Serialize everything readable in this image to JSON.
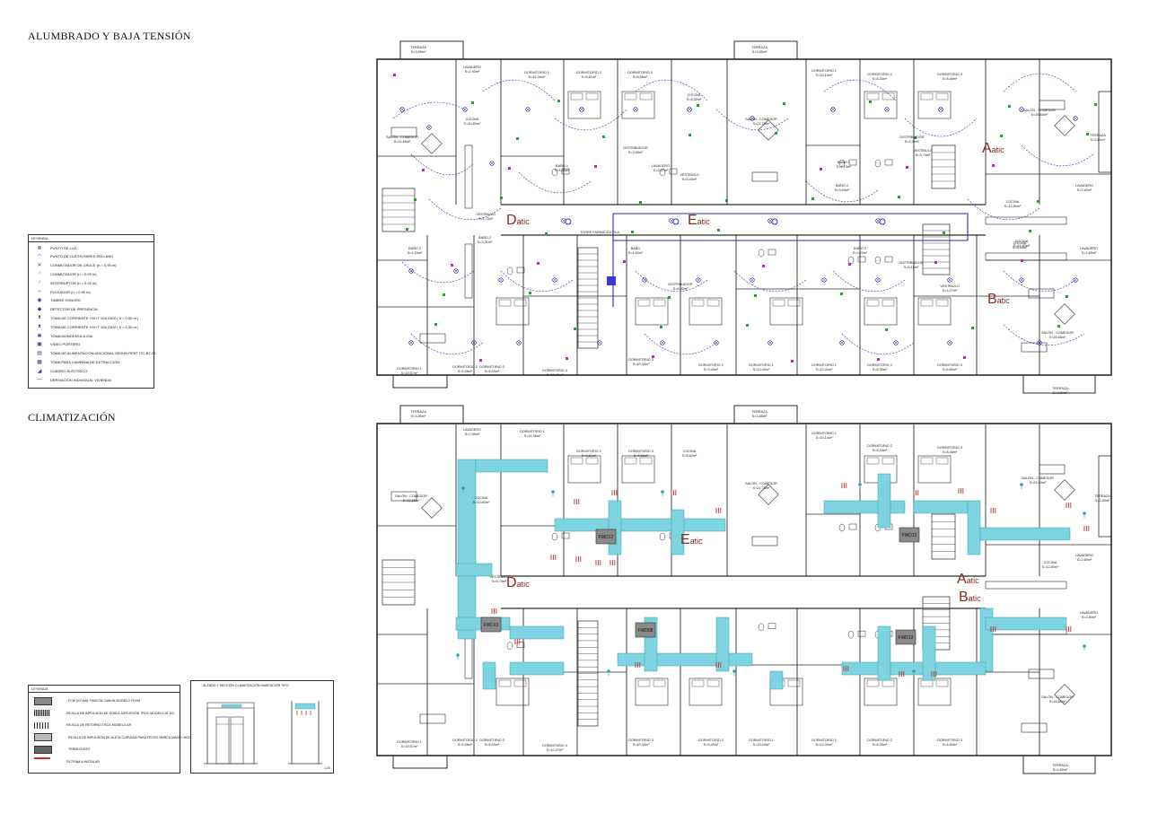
{
  "titles": {
    "lighting": "ALUMBRADO Y BAJA TENSIÓN",
    "climate": "CLIMATIZACIÓN"
  },
  "legend_lighting": {
    "heading": "LEYENDA",
    "items": [
      {
        "symbol": "⊗",
        "label": "PUNTO DE LUZ"
      },
      {
        "symbol": "◠",
        "label": "PUNTO DE LUZ EN PARED RELLANO"
      },
      {
        "symbol": "✕",
        "label": "CONMUTADOR DE CRUCE (h = 0,90 m)"
      },
      {
        "symbol": "♂",
        "label": "CONMUTADOR (h = 0,90 m)"
      },
      {
        "symbol": "♂",
        "label": "INTERRUPTOR (h = 0,90 m)"
      },
      {
        "symbol": "⌐",
        "label": "PULSADOR (h = 0,90 m)"
      },
      {
        "symbol": "◉",
        "label": "TIMBRE SONORO"
      },
      {
        "symbol": "◆",
        "label": "DETECTOR DE PRESENCIA"
      },
      {
        "symbol": "ᴥ",
        "label": "TOMA DE CORRIENTE I+N+T 10A 230V ( h = 0,50 m )"
      },
      {
        "symbol": "ᴥ",
        "label": "TOMA DE CORRIENTE I+N+T 10A 230V ( h = 0,30 m )"
      },
      {
        "symbol": "✱",
        "label": "TOMA MONOFÁSICA 25A"
      },
      {
        "symbol": "▣",
        "label": "VIDEO PORTERO"
      },
      {
        "symbol": "▤",
        "label": "TOMA DE ALIMENTACIÓN ADICIONAL SEGÚN REBT ITC-BT-25"
      },
      {
        "symbol": "▦",
        "label": "TOMA PARA CAMPANA DE EXTRACCIÓN"
      },
      {
        "symbol": "◢",
        "label": "CUADRO ELÉCTRICO"
      },
      {
        "symbol": "—",
        "label": "DERIVACIÓN INDIVIDUAL VIVIENDA"
      }
    ]
  },
  "legend_climate": {
    "heading": "LEYENDA",
    "items": [
      {
        "label": "FCM (XX kW). FANCOIL DAIKIN MODELO FDXM"
      },
      {
        "label": "REJILLA DE IMPULSIÓN DE DOBLE DEFLEXIÓN TROX MODELO AT-DG"
      },
      {
        "label": "REJILLA DE RETORNO TROX MODELO AR"
      },
      {
        "label": "REJILLA DE IMPULSIÓN DE ALETA CURVADA PARA TECHO MARCA MADEL MODELO DMT-AC/CDF+DB(Z) 150×150 mm"
      },
      {
        "label": "TERMOSTATO"
      },
      {
        "label": "FILTRINA A INSTALAR"
      }
    ]
  },
  "detail": {
    "title": "ALZADO Y SECCIÓN CLIMATIZACIÓN HABITACIÓN TIPO",
    "scale": "1:20"
  },
  "plan_lighting": {
    "units": [
      {
        "cap": "D",
        "low": "atic"
      },
      {
        "cap": "E",
        "low": "atic"
      },
      {
        "cap": "A",
        "low": "atic"
      },
      {
        "cap": "B",
        "low": "atic"
      }
    ],
    "rooms": [
      {
        "name": "TERRAZA",
        "area": "S=3,85m²"
      },
      {
        "name": "TERRAZA",
        "area": "S=3,85m²"
      },
      {
        "name": "LAVADERO",
        "area": "S=2,90m²"
      },
      {
        "name": "DORMITORIO 1",
        "area": "S=14,36m²"
      },
      {
        "name": "DORMITORIO 2",
        "area": "S=8,61m²"
      },
      {
        "name": "DORMITORIO 3",
        "area": "S=8,56m²"
      },
      {
        "name": "COCINA",
        "area": "S=8,52m²"
      },
      {
        "name": "SALÓN - COMEDOR",
        "area": "S=21,78m²"
      },
      {
        "name": "DORMITORIO 1",
        "area": "S=15,14m²"
      },
      {
        "name": "DORMITORIO 2",
        "area": "S=8,34m²"
      },
      {
        "name": "DORMITORIO 3",
        "area": "S=8,46m²"
      },
      {
        "name": "SALÓN - COMEDOR",
        "area": "S=25,84m²"
      },
      {
        "name": "TERRAZA",
        "area": "S=2,80m²"
      },
      {
        "name": "COCINA",
        "area": "S=10,80m²"
      },
      {
        "name": "SALÓN - COMEDOR",
        "area": "S=22,65m²"
      },
      {
        "name": "DISTRIBUIDOR",
        "area": "S=3,55m²"
      },
      {
        "name": "BAÑO 1",
        "area": "S=4,43m²"
      },
      {
        "name": "LAVADERO",
        "area": "S=2,67m²"
      },
      {
        "name": "VESTÍBULO",
        "area": "S=5,43m²"
      },
      {
        "name": "DISTRIBUIDOR",
        "area": "S=4,09m²"
      },
      {
        "name": "BAÑO 1",
        "area": "S=4,13m²"
      },
      {
        "name": "BAÑO 2",
        "area": "S=3,63m²"
      },
      {
        "name": "VESTÍBULO",
        "area": "S=5,74m²"
      },
      {
        "name": "LAVADERO",
        "area": "S=2,60m²"
      },
      {
        "name": "COCINA",
        "area": "S=12,80m²"
      },
      {
        "name": "VESTÍBULO",
        "area": "S=5,75m²"
      },
      {
        "name": "BAÑO 2",
        "area": "S=3,31m²"
      },
      {
        "name": "BAÑO 1",
        "area": "S=4,29m²"
      },
      {
        "name": "COCINA",
        "area": "S=8,64m²"
      },
      {
        "name": "BAÑO",
        "area": "S=4,60m²"
      },
      {
        "name": "DISTRIBUIDOR",
        "area": "S=6,80m²"
      },
      {
        "name": "BAÑO 2",
        "area": "S=4,20m²"
      },
      {
        "name": "DISTRIBUIDOR",
        "area": "S=5,16m²"
      },
      {
        "name": "VESTÍBULO",
        "area": "S=4,07m²"
      },
      {
        "name": "COCINA",
        "area": "S=11,80m²"
      },
      {
        "name": "LAVADERO",
        "area": "S=2,89m²"
      },
      {
        "name": "SALÓN - COMEDOR",
        "area": "S=26,65m²"
      },
      {
        "name": "DORMITORIO 1",
        "area": "S=15,57m²"
      },
      {
        "name": "DORMITORIO 2",
        "area": "S=6,58m²"
      },
      {
        "name": "DORMITORIO 3",
        "area": "S=8,00m²"
      },
      {
        "name": "DORMITORIO 4",
        "area": "S=10,47m²"
      },
      {
        "name": "DORMITORIO 3",
        "area": "S=10,34m²"
      },
      {
        "name": "DORMITORIO 2",
        "area": "S=9,40m²"
      },
      {
        "name": "DORMITORIO 1",
        "area": "S=13,40m²"
      },
      {
        "name": "DORMITORIO 1",
        "area": "S=13,40m²"
      },
      {
        "name": "DORMITORIO 2",
        "area": "S=8,30m²"
      },
      {
        "name": "DORMITORIO 3",
        "area": "S=8,60m²"
      },
      {
        "name": "TERRAZA",
        "area": "S=2,80m²"
      }
    ],
    "panel_label": "TORRE FARMACÉUTICA"
  },
  "plan_climate": {
    "units": [
      {
        "cap": "D",
        "low": "atic"
      },
      {
        "cap": "E",
        "low": "atic"
      },
      {
        "cap": "A",
        "low": "atic"
      },
      {
        "cap": "B",
        "low": "atic"
      }
    ],
    "fancoils": [
      "FWD12",
      "FWD12",
      "FWD12",
      "FWD08",
      "FWD12"
    ],
    "rooms": [
      {
        "name": "TERRAZA",
        "area": "S=3,85m²"
      },
      {
        "name": "TERRAZA",
        "area": "S=3,85m²"
      },
      {
        "name": "LAVADERO",
        "area": "S=2,90m²"
      },
      {
        "name": "DORMITORIO 1",
        "area": "S=14,36m²"
      },
      {
        "name": "DORMITORIO 2",
        "area": "S=8,61m²"
      },
      {
        "name": "DORMITORIO 3",
        "area": "S=8,56m²"
      },
      {
        "name": "COCINA",
        "area": "S=8,52m²"
      },
      {
        "name": "SALÓN - COMEDOR",
        "area": "S=21,78m²"
      },
      {
        "name": "DORMITORIO 1",
        "area": "S=15,14m²"
      },
      {
        "name": "DORMITORIO 2",
        "area": "S=8,34m²"
      },
      {
        "name": "DORMITORIO 3",
        "area": "S=8,46m²"
      },
      {
        "name": "SALÓN - COMEDOR",
        "area": "S=25,84m²"
      },
      {
        "name": "SALÓN - COMEDOR",
        "area": "S=22,65m²"
      },
      {
        "name": "COCINA",
        "area": "S=10,80m²"
      },
      {
        "name": "TERRAZA",
        "area": "S=2,80m²"
      },
      {
        "name": "COCINA",
        "area": "S=12,80m²"
      },
      {
        "name": "LAVADERO",
        "area": "S=2,60m²"
      },
      {
        "name": "VESTÍBULO",
        "area": "S=5,75m²"
      },
      {
        "name": "LAVADERO",
        "area": "S=2,89m²"
      },
      {
        "name": "SALÓN - COMEDOR",
        "area": "S=26,65m²"
      },
      {
        "name": "DORMITORIO 1",
        "area": "S=15,57m²"
      },
      {
        "name": "DORMITORIO 2",
        "area": "S=6,58m²"
      },
      {
        "name": "DORMITORIO 3",
        "area": "S=8,00m²"
      },
      {
        "name": "DORMITORIO 4",
        "area": "S=10,47m²"
      },
      {
        "name": "DORMITORIO 3",
        "area": "S=10,34m²"
      },
      {
        "name": "DORMITORIO 2",
        "area": "S=9,40m²"
      },
      {
        "name": "DORMITORIO 1",
        "area": "S=13,40m²"
      },
      {
        "name": "DORMITORIO 1",
        "area": "S=13,40m²"
      },
      {
        "name": "DORMITORIO 2",
        "area": "S=8,30m²"
      },
      {
        "name": "DORMITORIO 3",
        "area": "S=8,60m²"
      },
      {
        "name": "TERRAZA",
        "area": "S=2,80m²"
      }
    ]
  },
  "colors": {
    "wall": "#2b2b2b",
    "circuit": "#2a2ab0",
    "duct": "#7fd3e0",
    "duct_stroke": "#2aa3b8",
    "grille_red": "#c0302a",
    "outlet_green": "#1aa82a",
    "outlet_magenta": "#c02ab0",
    "label_red": "#8a2a1a"
  }
}
